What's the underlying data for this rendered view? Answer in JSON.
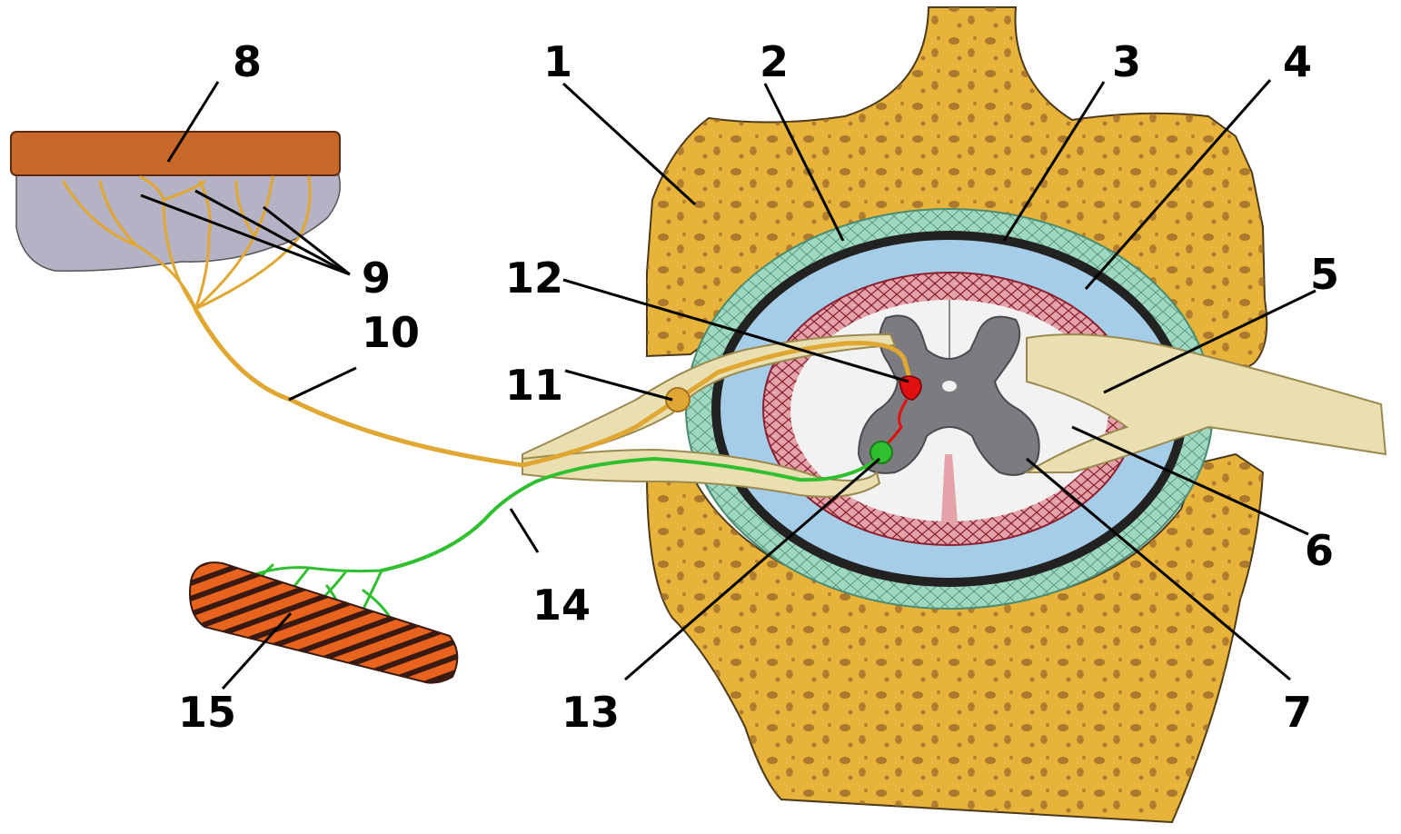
{
  "labels": {
    "l1": "1",
    "l2": "2",
    "l3": "3",
    "l4": "4",
    "l5": "5",
    "l6": "6",
    "l7": "7",
    "l8": "8",
    "l9": "9",
    "l10": "10",
    "l11": "11",
    "l12": "12",
    "l13": "13",
    "l14": "14",
    "l15": "15"
  },
  "colors": {
    "bone": "#e8b33a",
    "bone_pore": "#9c6a2a",
    "epidural": "#9fd8c0",
    "dura": "#222222",
    "subarachnoid": "#a6cde8",
    "pia": "#c9707a",
    "white_matter": "#f2f2f2",
    "grey_matter": "#7b7b80",
    "nerve_root": "#e9dfb0",
    "sensory_fiber": "#e0a832",
    "motor_fiber": "#2fbf2f",
    "interneuron": "#e01010",
    "skin": "#c8682a",
    "muscle": "#e8641e"
  }
}
